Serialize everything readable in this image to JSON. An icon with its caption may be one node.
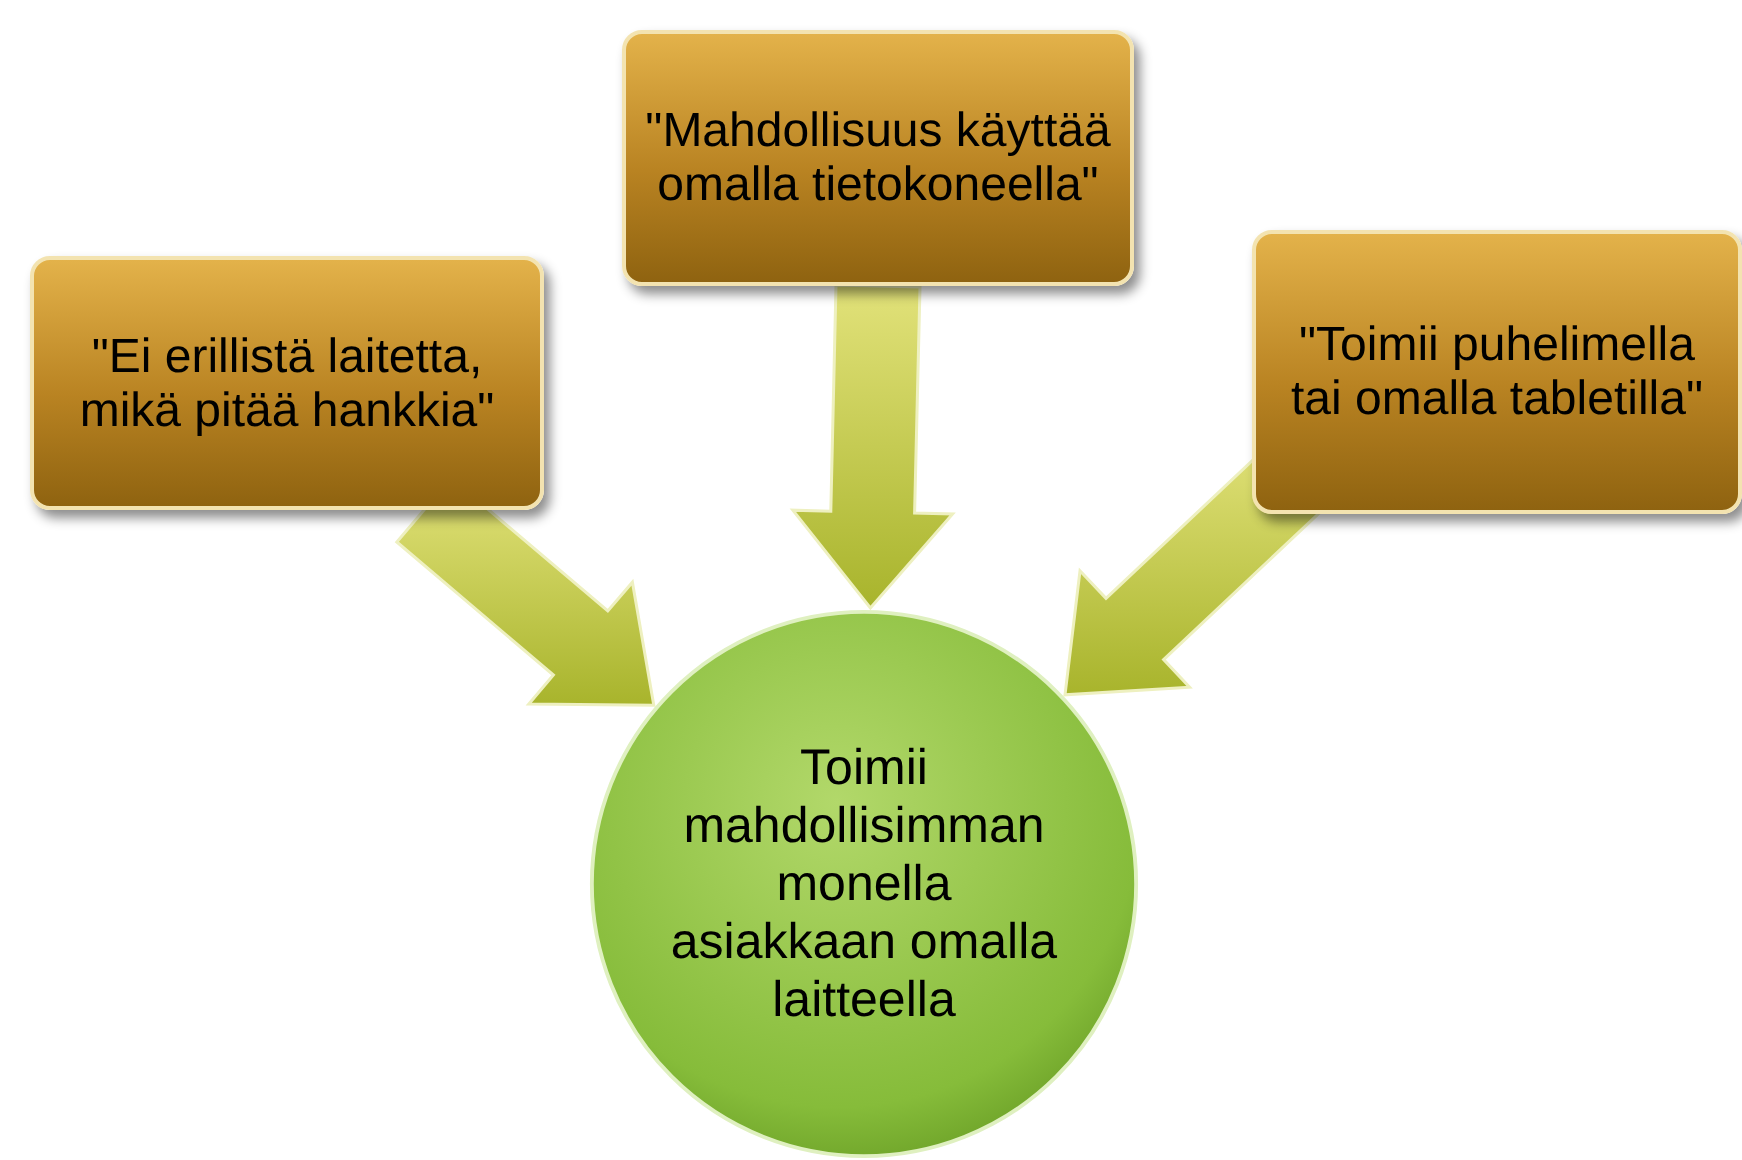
{
  "diagram": {
    "nodes": [
      {
        "text": [
          "\"Ei erillistä laitetta, mikä pitää hankkia\""
        ]
      },
      {
        "text": [
          "\"Mahdollisuus käyttää omalla tietokoneella\""
        ]
      },
      {
        "text": [
          "\"Toimii puhelimella tai omalla tabletilla\""
        ]
      },
      {
        "text": [
          "Toimii mahdollisimman monella asiakkaan omalla laitteella"
        ]
      }
    ],
    "edges": [
      {
        "from": 0,
        "to": 3,
        "arrow": "to"
      },
      {
        "from": 1,
        "to": 3,
        "arrow": "to"
      },
      {
        "from": 2,
        "to": 3,
        "arrow": "to"
      }
    ]
  }
}
